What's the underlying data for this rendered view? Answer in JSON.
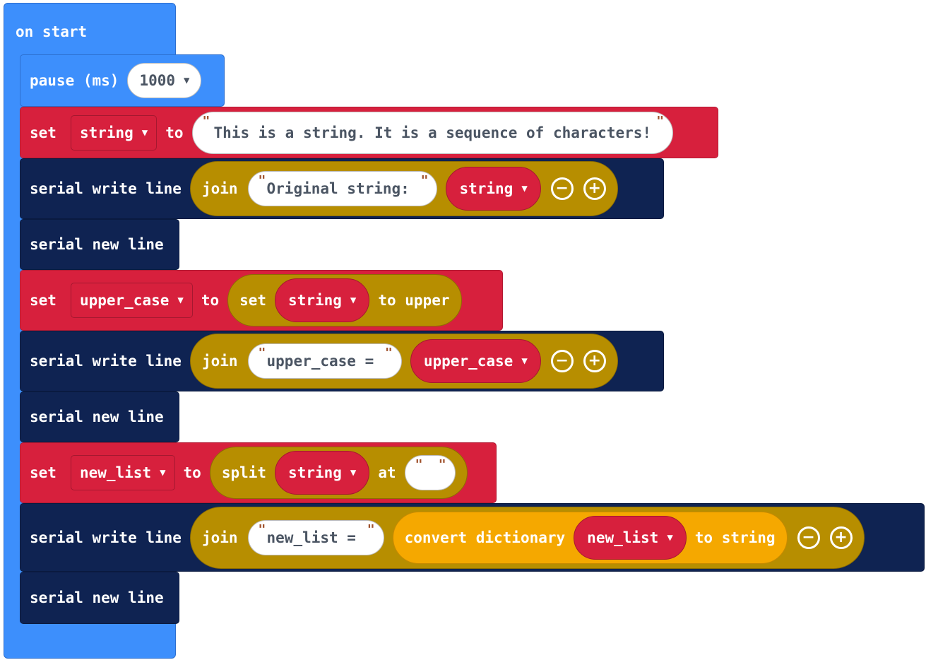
{
  "on_start": {
    "label": "on start"
  },
  "pause": {
    "label": "pause (ms)",
    "value": "1000"
  },
  "set_string": {
    "set": "set",
    "variable": "string",
    "to": "to",
    "value": "This is a string. It is a sequence of characters!"
  },
  "write1": {
    "label": "serial write line",
    "join": "join",
    "text": "Original string: ",
    "variable": "string"
  },
  "newline_label": "serial new line",
  "set_upper": {
    "set": "set",
    "variable": "upper_case",
    "to": "to",
    "inner_set": "set",
    "inner_variable": "string",
    "inner_to": "to upper"
  },
  "write2": {
    "label": "serial write line",
    "join": "join",
    "text": "upper_case = ",
    "variable": "upper_case"
  },
  "set_list": {
    "set": "set",
    "variable": "new_list",
    "to": "to",
    "split": "split",
    "split_variable": "string",
    "at": "at",
    "separator": " "
  },
  "write3": {
    "label": "serial write line",
    "join": "join",
    "text": "new_list = ",
    "convert": "convert dictionary",
    "convert_variable": "new_list",
    "to_string": "to string"
  },
  "icons": {
    "minus": "minus-circle-icon",
    "plus": "plus-circle-icon",
    "dropdown": "caret-down-icon"
  },
  "colors": {
    "events": "#3d8ffc",
    "variables": "#d7203d",
    "serial": "#0f2352",
    "text": "#b78e00",
    "dictionary": "#f5a800"
  }
}
